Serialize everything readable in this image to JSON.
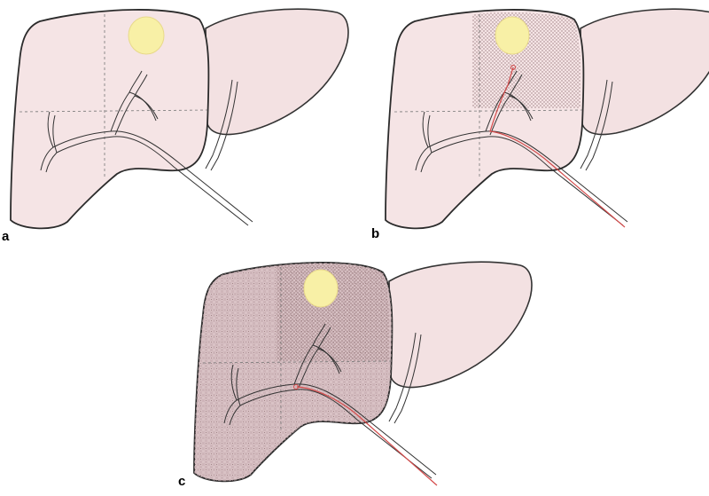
{
  "colors": {
    "liver_fill": "#f5e3e3",
    "liver_outline": "#2f2f2f",
    "tumor": "#f9f1a8",
    "catheter": "#d44a4a",
    "vessel_outline": "#3a3a3a",
    "dotted_region": "#9a7d80",
    "checkered_region": "#b89ea2"
  },
  "panels": [
    {
      "label": "a",
      "stage": "segments-unshaded",
      "catheter": false
    },
    {
      "label": "b",
      "stage": "tumor-segment-shaded",
      "catheter": true
    },
    {
      "label": "c",
      "stage": "right-lobe-shaded",
      "catheter": true
    }
  ]
}
